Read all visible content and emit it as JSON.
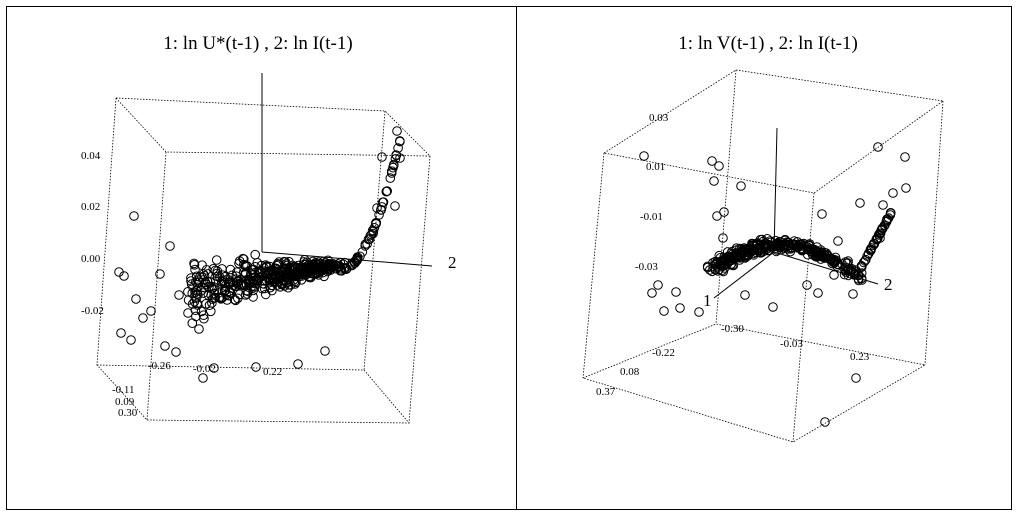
{
  "chart_data": [
    {
      "type": "scatter",
      "title": "1: ln U*(t-1) , 2: ln I(t-1)",
      "axis_label_2": "2",
      "z_ticks": [
        "0.04",
        "0.02",
        "0.00",
        "-0.02"
      ],
      "axis1_ticks": [
        "-0.11",
        "0.09",
        "0.30"
      ],
      "axis2_ticks": [
        "-0.26",
        "-0.02",
        "0.22"
      ],
      "zlim": [
        -0.04,
        0.05
      ]
    },
    {
      "type": "scatter",
      "title": "1: ln V(t-1) , 2: ln I(t-1)",
      "axis_label_1": "1",
      "axis_label_2": "2",
      "z_ticks": [
        "0.03",
        "0.01",
        "-0.01",
        "-0.03"
      ],
      "axis1_ticks": [
        "-0.22",
        "0.08",
        "0.37"
      ],
      "axis2_ticks": [
        "-0.30",
        "-0.03",
        "0.23"
      ],
      "zlim": [
        -0.05,
        0.04
      ]
    }
  ]
}
